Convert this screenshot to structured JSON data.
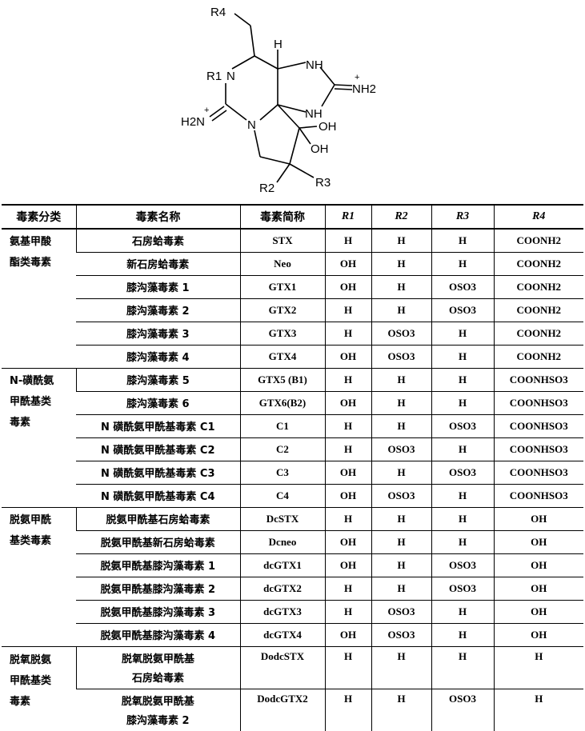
{
  "structure": {
    "labels": {
      "r4": "R4",
      "r1": "R1",
      "r2": "R2",
      "r3": "R3",
      "h": "H",
      "nh_top": "NH",
      "nh_mid": "NH",
      "n_left": "N",
      "n_ring": "N",
      "nh2_right": "NH2",
      "h2n_left": "H2N",
      "oh_1": "OH",
      "oh_2": "OH",
      "plus": "+"
    }
  },
  "table": {
    "headers": [
      "毒素分类",
      "毒素名称",
      "毒素简称",
      "R1",
      "R2",
      "R3",
      "R4"
    ],
    "categories": [
      {
        "label": "氨基甲酸酯类毒素",
        "lines": [
          "氨基甲酸",
          "酯类毒素"
        ]
      },
      {
        "label": "N-磺酰氨甲酰基类毒素",
        "lines": [
          "N-磺酰氨",
          "甲酰基类",
          "毒素"
        ]
      },
      {
        "label": "脱氨甲酰基类毒素",
        "lines": [
          "脱氨甲酰",
          "基类毒素"
        ]
      },
      {
        "label": "脱氧脱氨甲酰基类毒素",
        "lines": [
          "脱氧脱氨",
          "甲酰基类",
          "毒素"
        ]
      }
    ],
    "rows": [
      {
        "name": "石房蛤毒素",
        "abbr": "STX",
        "r1": "H",
        "r2": "H",
        "r3": "H",
        "r4": "COONH2"
      },
      {
        "name": "新石房蛤毒素",
        "abbr": "Neo",
        "r1": "OH",
        "r2": "H",
        "r3": "H",
        "r4": "COONH2"
      },
      {
        "name": "膝沟藻毒素 1",
        "abbr": "GTX1",
        "r1": "OH",
        "r2": "H",
        "r3": "OSO3",
        "r4": "COONH2"
      },
      {
        "name": "膝沟藻毒素 2",
        "abbr": "GTX2",
        "r1": "H",
        "r2": "H",
        "r3": "OSO3",
        "r4": "COONH2"
      },
      {
        "name": "膝沟藻毒素 3",
        "abbr": "GTX3",
        "r1": "H",
        "r2": "OSO3",
        "r3": "H",
        "r4": "COONH2"
      },
      {
        "name": "膝沟藻毒素 4",
        "abbr": "GTX4",
        "r1": "OH",
        "r2": "OSO3",
        "r3": "H",
        "r4": "COONH2"
      },
      {
        "name": "膝沟藻毒素 5",
        "abbr": "GTX5 (B1)",
        "r1": "H",
        "r2": "H",
        "r3": "H",
        "r4": "COONHSO3"
      },
      {
        "name": "膝沟藻毒素 6",
        "abbr": "GTX6(B2)",
        "r1": "OH",
        "r2": "H",
        "r3": "H",
        "r4": "COONHSO3"
      },
      {
        "name": "N 磺酰氨甲酰基毒素 C1",
        "abbr": "C1",
        "r1": "H",
        "r2": "H",
        "r3": "OSO3",
        "r4": "COONHSO3"
      },
      {
        "name": "N 磺酰氨甲酰基毒素 C2",
        "abbr": "C2",
        "r1": "H",
        "r2": "OSO3",
        "r3": "H",
        "r4": "COONHSO3"
      },
      {
        "name": "N 磺酰氨甲酰基毒素 C3",
        "abbr": "C3",
        "r1": "OH",
        "r2": "H",
        "r3": "OSO3",
        "r4": "COONHSO3"
      },
      {
        "name": "N 磺酰氨甲酰基毒素 C4",
        "abbr": "C4",
        "r1": "OH",
        "r2": "OSO3",
        "r3": "H",
        "r4": "COONHSO3"
      },
      {
        "name": "脱氨甲酰基石房蛤毒素",
        "abbr": "DcSTX",
        "r1": "H",
        "r2": "H",
        "r3": "H",
        "r4": "OH"
      },
      {
        "name": "脱氨甲酰基新石房蛤毒素",
        "abbr": "Dcneo",
        "r1": "OH",
        "r2": "H",
        "r3": "H",
        "r4": "OH"
      },
      {
        "name": "脱氨甲酰基膝沟藻毒素 1",
        "abbr": "dcGTX1",
        "r1": "OH",
        "r2": "H",
        "r3": "OSO3",
        "r4": "OH"
      },
      {
        "name": "脱氨甲酰基膝沟藻毒素 2",
        "abbr": "dcGTX2",
        "r1": "H",
        "r2": "H",
        "r3": "OSO3",
        "r4": "OH"
      },
      {
        "name": "脱氨甲酰基膝沟藻毒素 3",
        "abbr": "dcGTX3",
        "r1": "H",
        "r2": "OSO3",
        "r3": "H",
        "r4": "OH"
      },
      {
        "name": "脱氨甲酰基膝沟藻毒素 4",
        "abbr": "dcGTX4",
        "r1": "OH",
        "r2": "OSO3",
        "r3": "H",
        "r4": "OH"
      },
      {
        "name": "脱氧脱氨甲酰基石房蛤毒素",
        "name_lines": [
          "脱氧脱氨甲酰基",
          "石房蛤毒素"
        ],
        "abbr": "DodcSTX",
        "r1": "H",
        "r2": "H",
        "r3": "H",
        "r4": "H"
      },
      {
        "name": "脱氧脱氨甲酰基膝沟藻毒素 2",
        "name_lines": [
          "脱氧脱氨甲酰基",
          "膝沟藻毒素 2"
        ],
        "abbr": "DodcGTX2",
        "r1": "H",
        "r2": "H",
        "r3": "OSO3",
        "r4": "H"
      }
    ]
  }
}
